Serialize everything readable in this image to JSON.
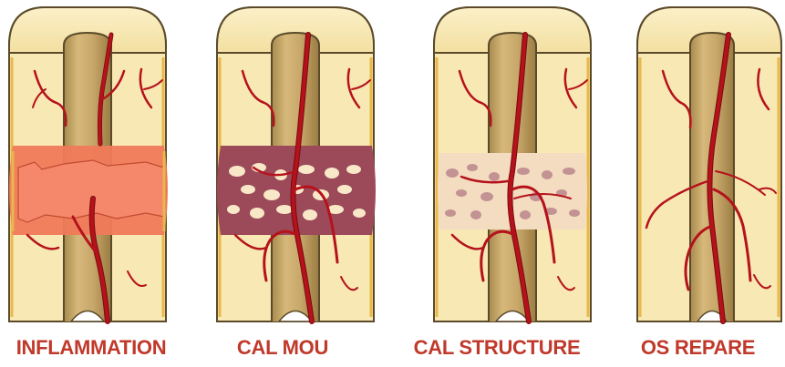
{
  "colors": {
    "caption": "#c0392b",
    "bone_fill": "#f8e8b4",
    "bone_outline": "#5a4a2a",
    "bone_edge_gold": "#e8b84a",
    "marrow": "#c9a86a",
    "marrow_dark": "#a88a4e",
    "vessel": "#b5121b",
    "vessel_dark": "#7a0a10",
    "hematoma": "#f07a5a",
    "soft_callus": "#9c4a5a",
    "hard_callus_spots": "#d8b8b0"
  },
  "diagram": {
    "stages": [
      {
        "id": "inflammation",
        "label": "INFLAMMATION"
      },
      {
        "id": "cal-mou",
        "label": "CAL MOU"
      },
      {
        "id": "cal-structure",
        "label": "CAL STRUCTURE"
      },
      {
        "id": "os-repare",
        "label": "OS REPARE"
      }
    ]
  }
}
